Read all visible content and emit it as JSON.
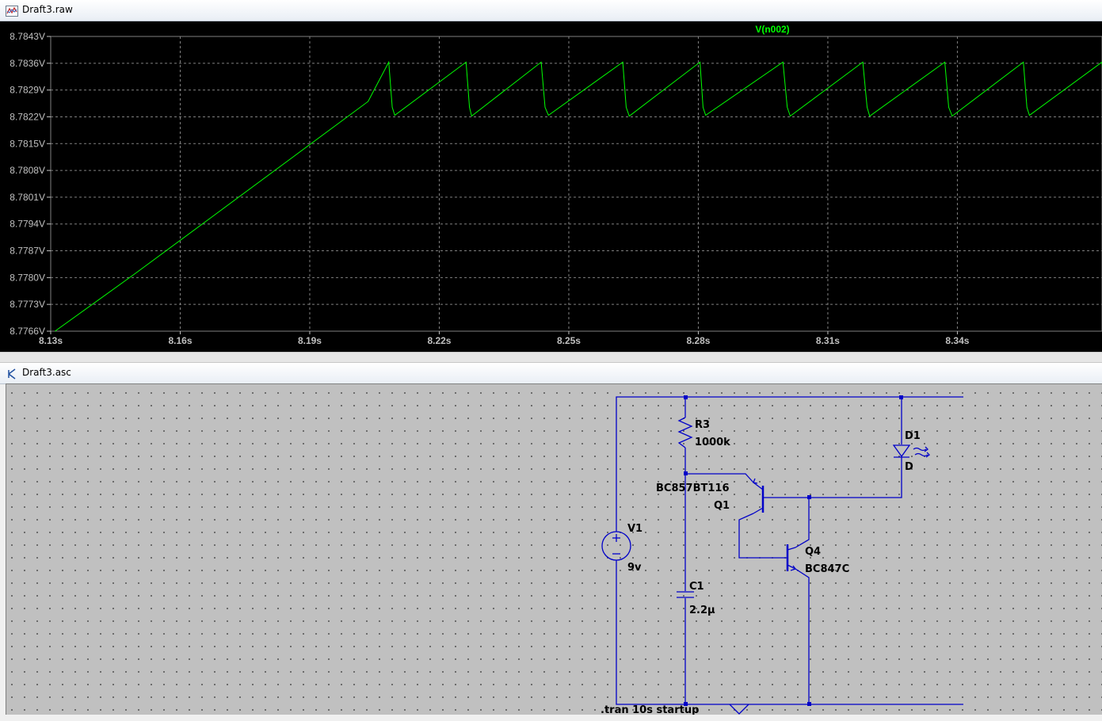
{
  "plot_window": {
    "title": "Draft3.raw",
    "icon": "waveform-icon"
  },
  "chart_data": {
    "type": "line",
    "title": "",
    "series_label": "V(n002)",
    "series": [
      {
        "name": "V(n002)",
        "color": "#00ff00",
        "x": [
          8.131,
          8.1495,
          8.1675,
          8.1855,
          8.2035,
          8.2083,
          8.2091,
          8.2097,
          8.2262,
          8.227,
          8.2275,
          8.2436,
          8.2445,
          8.2453,
          8.2625,
          8.2633,
          8.264,
          8.2804,
          8.2811,
          8.2817,
          8.2996,
          8.3006,
          8.3013,
          8.3181,
          8.3191,
          8.3197,
          8.3371,
          8.338,
          8.3388,
          8.3553,
          8.3561,
          8.3567,
          8.3735,
          8.3741,
          8.375,
          8.376
        ],
        "y": [
          8.7766,
          8.7781,
          8.7796,
          8.7811,
          8.7826,
          8.78363,
          8.78245,
          8.78224,
          8.78363,
          8.78245,
          8.78222,
          8.78363,
          8.78245,
          8.78224,
          8.78363,
          8.78245,
          8.78222,
          8.78363,
          8.78245,
          8.78224,
          8.78363,
          8.78245,
          8.78222,
          8.78363,
          8.78245,
          8.78222,
          8.78363,
          8.78245,
          8.78222,
          8.78363,
          8.78245,
          8.78224,
          8.78363,
          8.78245,
          8.78222,
          8.78228
        ]
      }
    ],
    "xlim": [
      8.13,
      8.3735
    ],
    "ylim": [
      8.7766,
      8.7843
    ],
    "x_ticks": [
      "8.13s",
      "8.16s",
      "8.19s",
      "8.22s",
      "8.25s",
      "8.28s",
      "8.31s",
      "8.34s"
    ],
    "x_tick_values": [
      8.13,
      8.16,
      8.19,
      8.22,
      8.25,
      8.28,
      8.31,
      8.34
    ],
    "y_ticks": [
      "8.7843V",
      "8.7836V",
      "8.7829V",
      "8.7822V",
      "8.7815V",
      "8.7808V",
      "8.7801V",
      "8.7794V",
      "8.7787V",
      "8.7780V",
      "8.7773V",
      "8.7766V"
    ],
    "y_tick_values": [
      8.7843,
      8.7836,
      8.7829,
      8.7822,
      8.7815,
      8.7808,
      8.7801,
      8.7794,
      8.7787,
      8.778,
      8.7773,
      8.7766
    ],
    "grid": true,
    "background": "#000000"
  },
  "schematic_window": {
    "title": "Draft3.asc",
    "icon": "schematic-icon",
    "wire_color": "#0000c8",
    "components": {
      "r3_name": "R3",
      "r3_value": "1000k",
      "d1_name": "D1",
      "d1_model": "D",
      "q1_model": "BC857BT116",
      "q1_name": "Q1",
      "v1_name": "V1",
      "v1_value": "9v",
      "q4_name": "Q4",
      "q4_model": "BC847C",
      "c1_name": "C1",
      "c1_value": "2.2µ"
    },
    "directive": ".tran 10s startup"
  }
}
